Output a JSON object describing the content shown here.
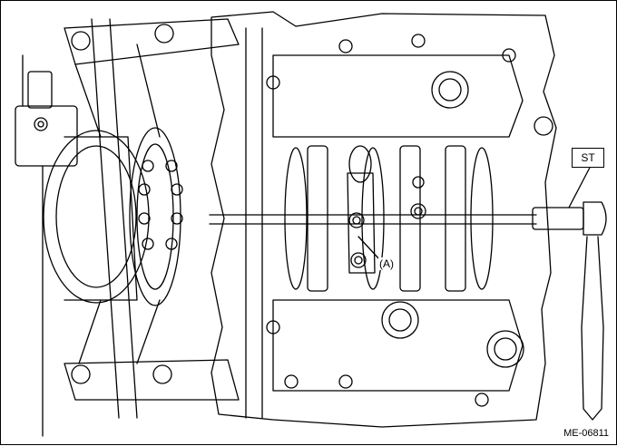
{
  "diagram": {
    "callouts": {
      "st": "ST",
      "a": "(A)"
    },
    "figure_id": "ME-06811"
  },
  "colors": {
    "line": "#000000",
    "background": "#ffffff"
  }
}
